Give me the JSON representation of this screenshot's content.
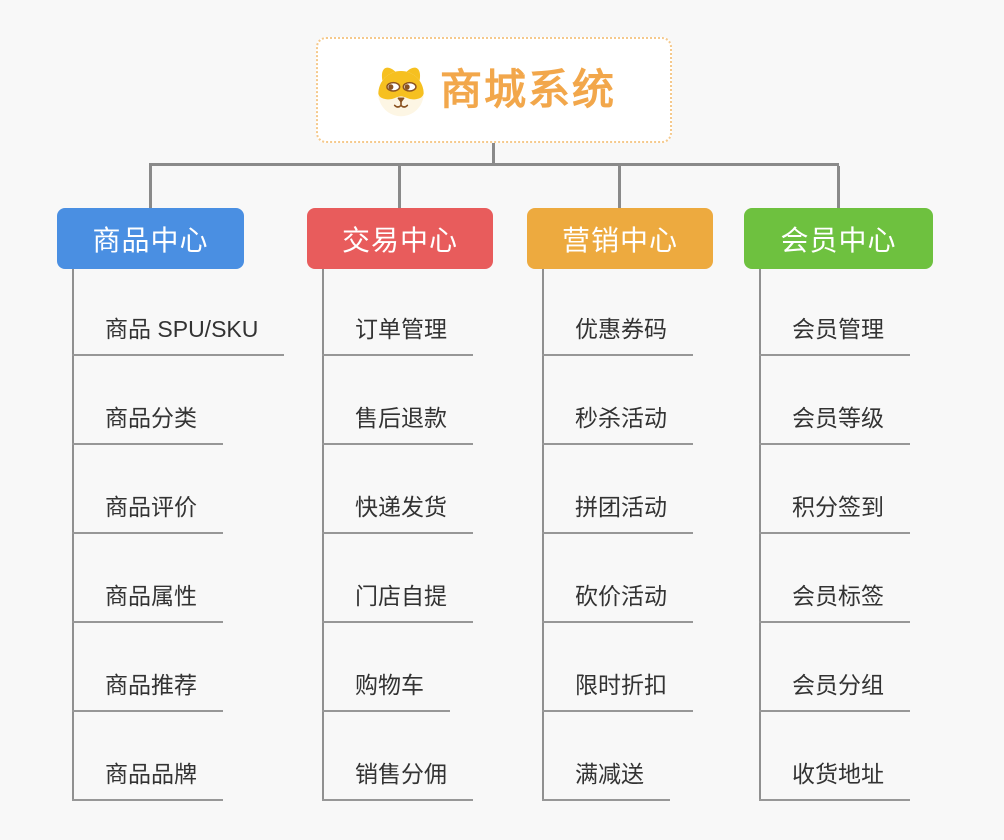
{
  "page": {
    "background": "#f8f8f8",
    "connector_color": "#8a8a8a"
  },
  "root": {
    "title": "商城系统",
    "title_color": "#f2a74b",
    "border_color": "#f5c98c",
    "icon": "shiba-dog-icon"
  },
  "branches": [
    {
      "label": "商品中心",
      "color": "#4a8fe2",
      "children": [
        "商品 SPU/SKU",
        "商品分类",
        "商品评价",
        "商品属性",
        "商品推荐",
        "商品品牌"
      ]
    },
    {
      "label": "交易中心",
      "color": "#e85c5c",
      "children": [
        "订单管理",
        "售后退款",
        "快递发货",
        "门店自提",
        "购物车",
        "销售分佣"
      ]
    },
    {
      "label": "营销中心",
      "color": "#edaa3f",
      "children": [
        "优惠券码",
        "秒杀活动",
        "拼团活动",
        "砍价活动",
        "限时折扣",
        "满减送"
      ]
    },
    {
      "label": "会员中心",
      "color": "#6ec13f",
      "children": [
        "会员管理",
        "会员等级",
        "积分签到",
        "会员标签",
        "会员分组",
        "收货地址"
      ]
    }
  ]
}
